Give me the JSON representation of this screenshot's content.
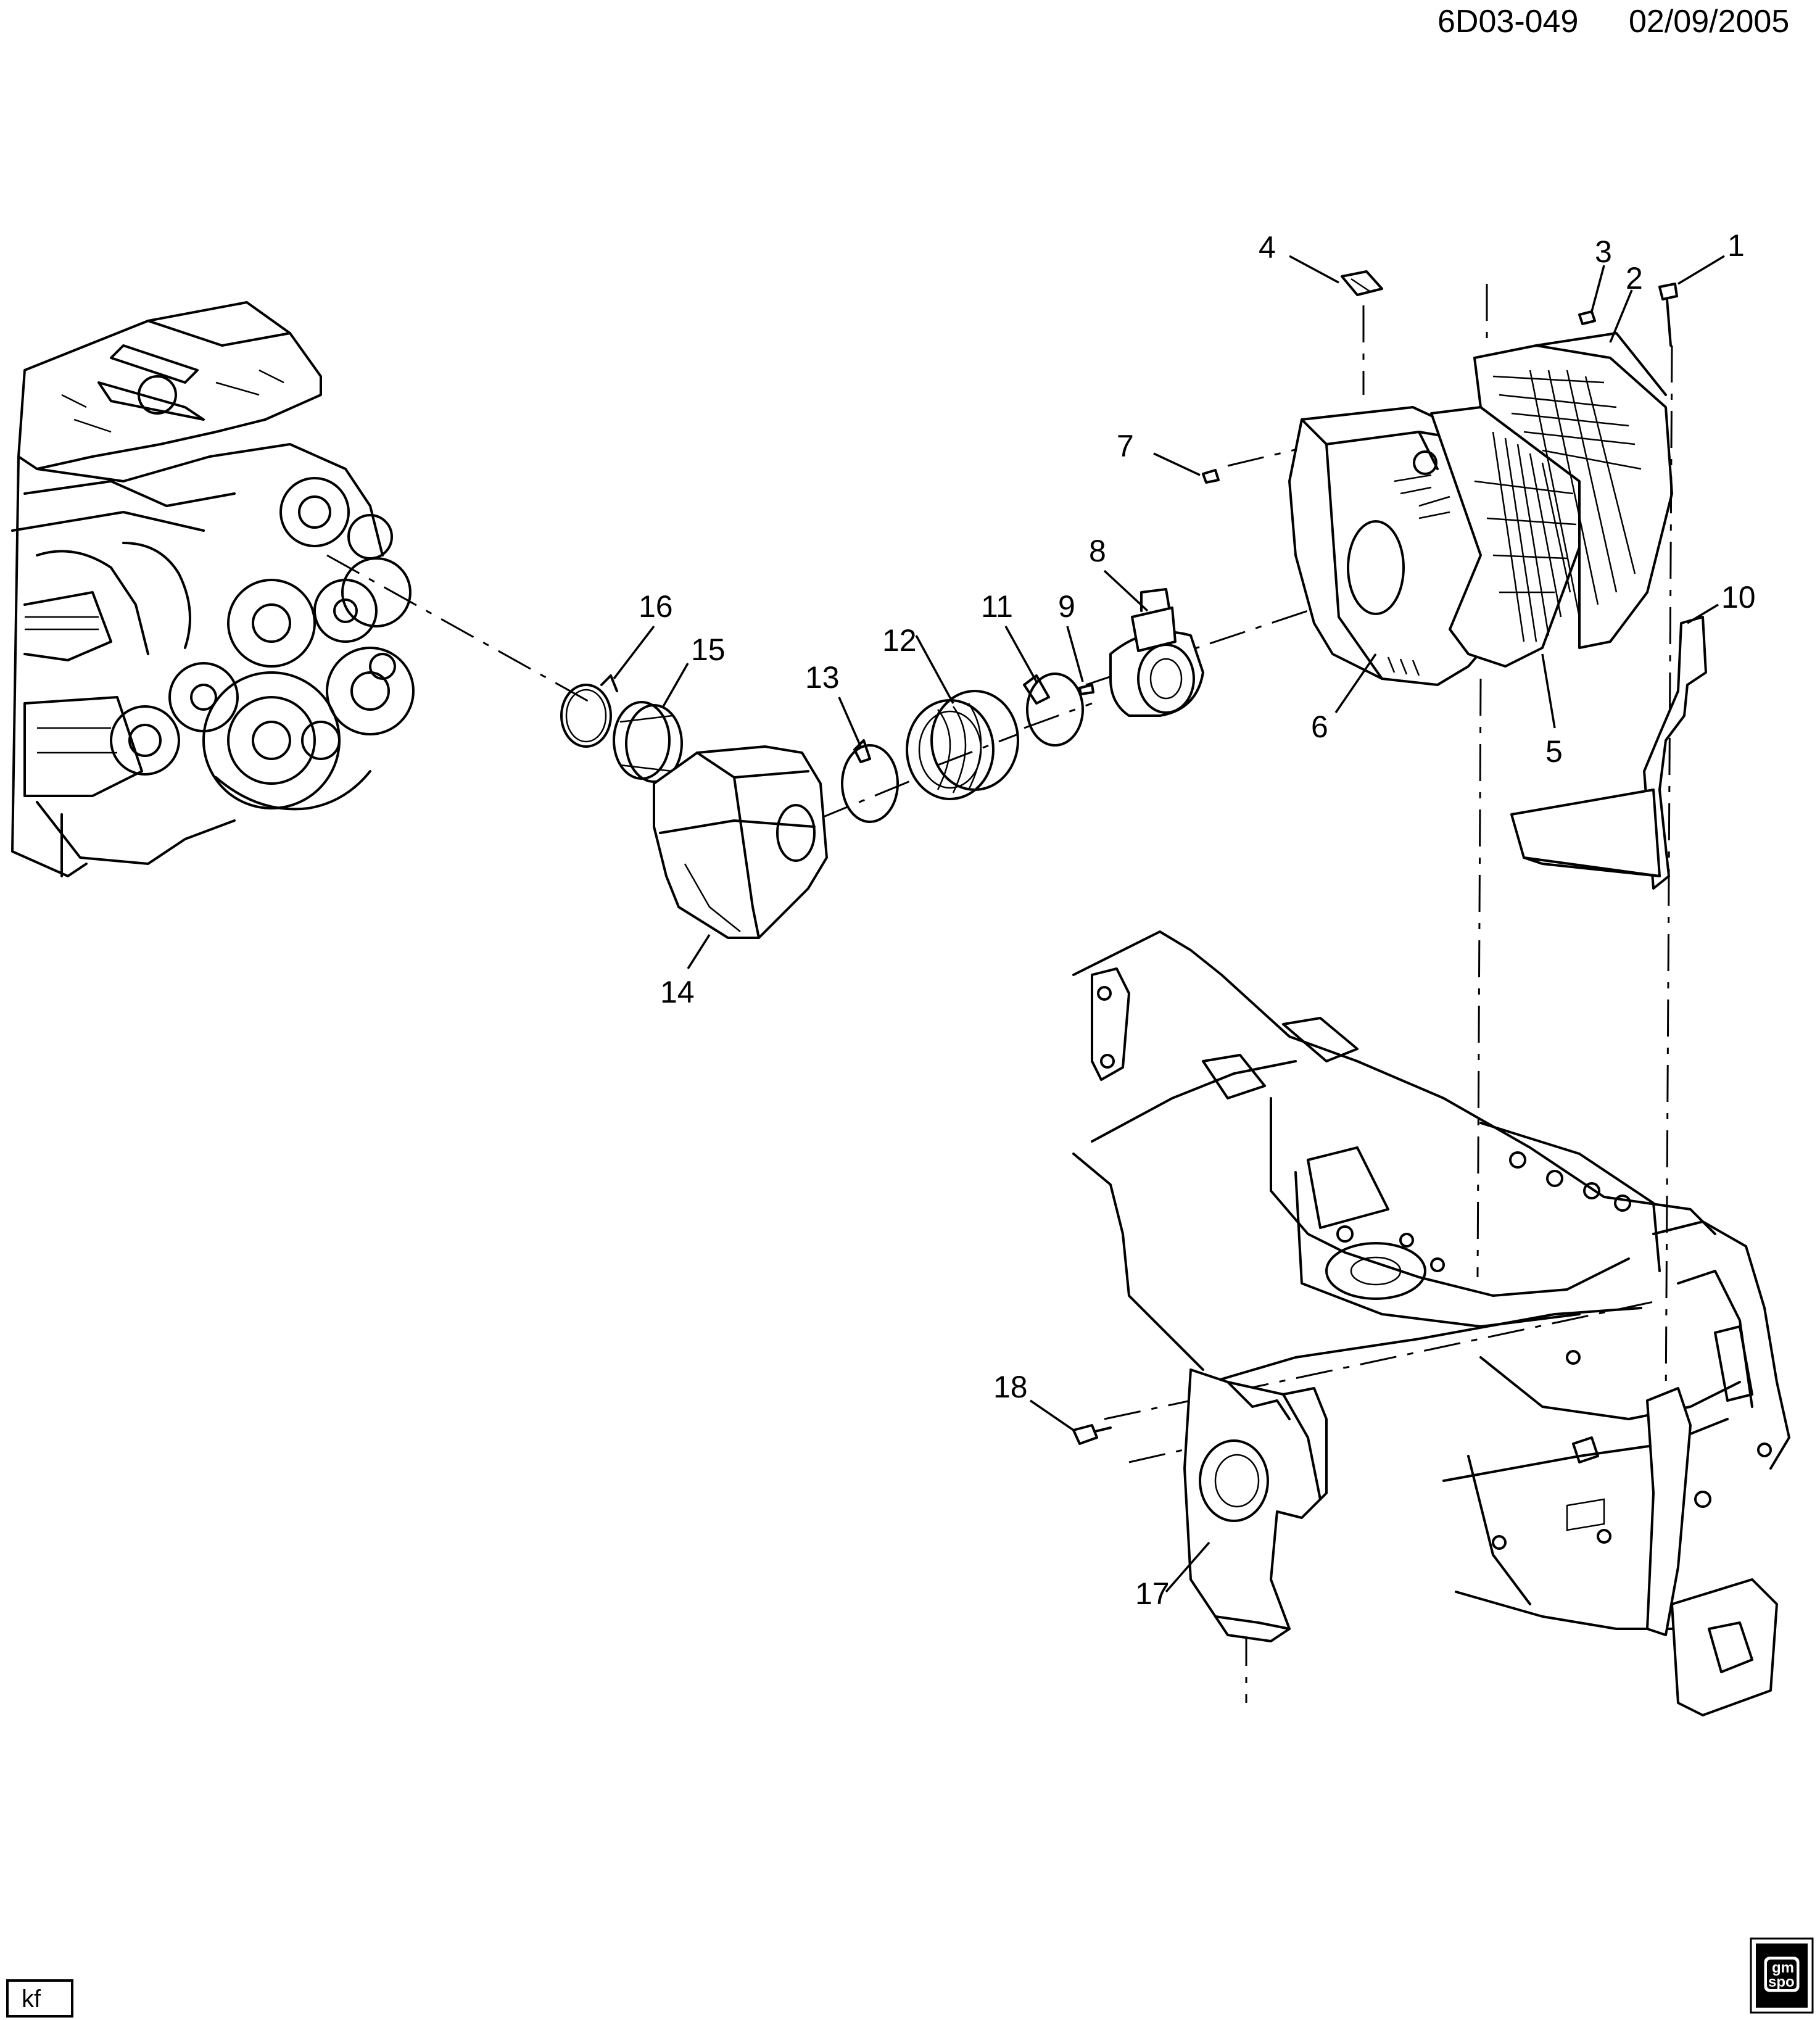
{
  "header": {
    "code": "6D03-049",
    "date": "02/09/2005"
  },
  "callouts": [
    "1",
    "2",
    "3",
    "4",
    "5",
    "6",
    "7",
    "8",
    "9",
    "10",
    "11",
    "12",
    "13",
    "14",
    "15",
    "16",
    "17",
    "18"
  ],
  "footer": {
    "author_initials": "kf",
    "logo_line1": "gm",
    "logo_line2": "spo"
  },
  "icons": {
    "logo": "gm-spo-logo-icon"
  }
}
